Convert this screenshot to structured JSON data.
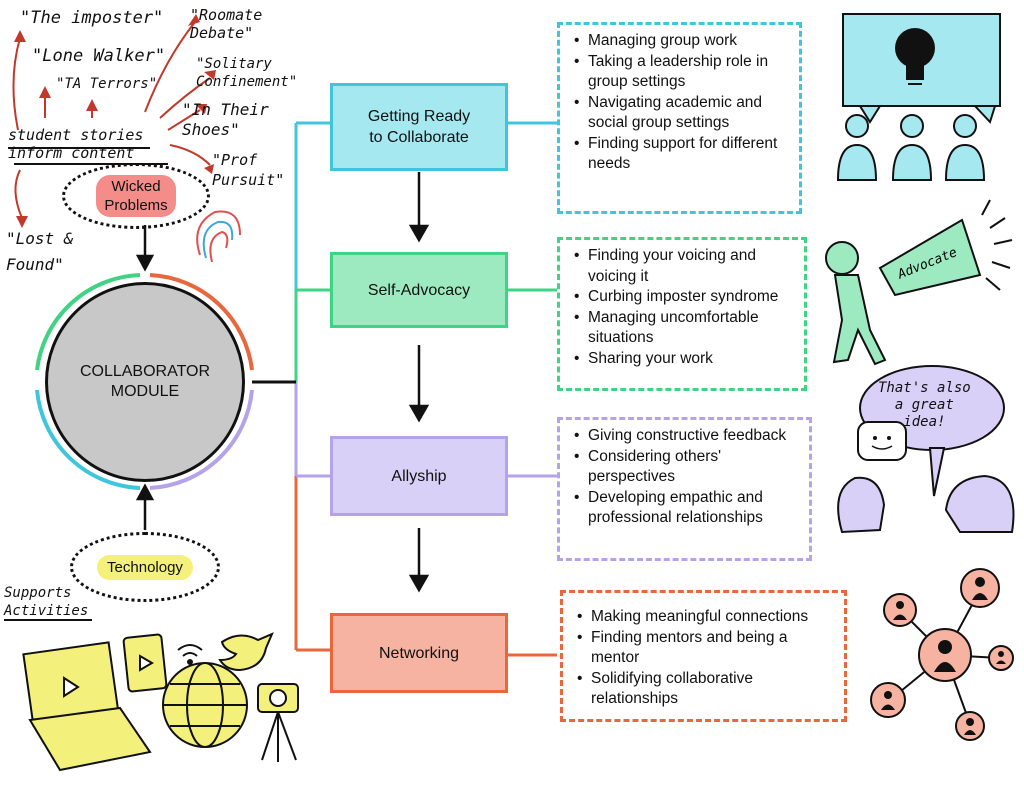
{
  "story_labels": {
    "imposter": "\"The imposter\"",
    "lone_walker": "\"Lone Walker\"",
    "ta_terrors": "\"TA Terrors\"",
    "roomate": "\"Roomate\nDebate\"",
    "solitary": "\"Solitary\nConfinement\"",
    "their_shoes": "\"In Their\nShoes\"",
    "prof_pursuit": "\"Prof\nPursuit\"",
    "lost_found": "\"Lost &\nFound\"",
    "student_stories": "student stories\ninform content"
  },
  "wicked_problems": "Wicked\nProblems",
  "technology": "Technology",
  "supports_activities": "Supports\nActivities",
  "module": {
    "label": "COLLABORATOR\nMODULE"
  },
  "stages": [
    {
      "label": "Getting Ready\nto Collaborate",
      "items": [
        "Managing group work",
        "Taking a leadership role in group settings",
        "Navigating academic and social group settings",
        "Finding support for different needs"
      ]
    },
    {
      "label": "Self-Advocacy",
      "items": [
        "Finding your voicing and voicing it",
        "Curbing imposter syndrome",
        "Managing uncomfortable situations",
        "Sharing your work"
      ]
    },
    {
      "label": "Allyship",
      "items": [
        "Giving constructive feedback",
        "Considering others' perspectives",
        "Developing empathic and professional relationships"
      ]
    },
    {
      "label": "Networking",
      "items": [
        "Making meaningful connections",
        "Finding mentors and being a mentor",
        "Solidifying collaborative relationships"
      ]
    }
  ],
  "illustrations": {
    "advocate_megaphone": "Advocate",
    "speech_bubble": "That's also\na great\nidea!"
  },
  "colors": {
    "cyan": "#3fc6dc",
    "cyan_fill": "#a6e8f0",
    "green": "#3fd384",
    "green_fill": "#9eeac0",
    "purple": "#b4a2ea",
    "purple_fill": "#d9d0f7",
    "orange": "#e8673d",
    "orange_fill": "#f6b3a1",
    "pink": "#f48c8a",
    "yellow": "#f4f07c",
    "gray": "#c8c8c8"
  }
}
